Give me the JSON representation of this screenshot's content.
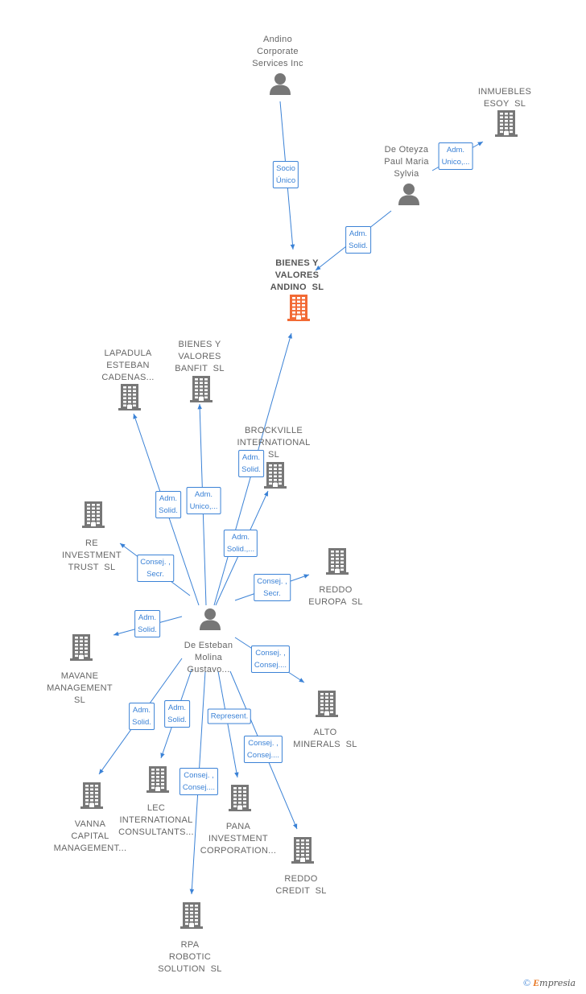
{
  "colors": {
    "accent": "#3b82d6",
    "node": "#777777",
    "main_node": "#f26a35"
  },
  "nodes": {
    "andino": {
      "label": "Andino\nCorporate\nServices Inc",
      "kind": "person-icon"
    },
    "inmuebles": {
      "label": "INMUEBLES\nESOY  SL",
      "kind": "building-icon"
    },
    "oteyza": {
      "label": "De Oteyza\nPaul Maria\nSylvia",
      "kind": "person-icon"
    },
    "bienes_andino": {
      "label": "BIENES Y\nVALORES\nANDINO  SL",
      "kind": "building-icon"
    },
    "lapadula": {
      "label": "LAPADULA\nESTEBAN\nCADENAS...",
      "kind": "building-icon"
    },
    "bienes_banfit": {
      "label": "BIENES Y\nVALORES\nBANFIT  SL",
      "kind": "building-icon"
    },
    "brockville": {
      "label": "BROCKVILLE\nINTERNATIONAL\nSL",
      "kind": "building-icon"
    },
    "re_investment": {
      "label": "RE\nINVESTMENT\nTRUST  SL",
      "kind": "building-icon"
    },
    "reddo_europa": {
      "label": "REDDO\nEUROPA  SL",
      "kind": "building-icon"
    },
    "de_esteban": {
      "label": "De Esteban\nMolina\nGustavo...",
      "kind": "person-icon"
    },
    "mavane": {
      "label": "MAVANE\nMANAGEMENT\nSL",
      "kind": "building-icon"
    },
    "alto": {
      "label": "ALTO\nMINERALS  SL",
      "kind": "building-icon"
    },
    "vanna": {
      "label": "VANNA\nCAPITAL\nMANAGEMENT...",
      "kind": "building-icon"
    },
    "lec": {
      "label": "LEC\nINTERNATIONAL\nCONSULTANTS...",
      "kind": "building-icon"
    },
    "pana": {
      "label": "PANA\nINVESTMENT\nCORPORATION...",
      "kind": "building-icon"
    },
    "reddo_credit": {
      "label": "REDDO\nCREDIT  SL",
      "kind": "building-icon"
    },
    "rpa": {
      "label": "RPA\nROBOTIC\nSOLUTION  SL",
      "kind": "building-icon"
    }
  },
  "edges": [
    {
      "from": "andino",
      "to": "bienes_andino",
      "label": "Socio\nÚnico"
    },
    {
      "from": "oteyza",
      "to": "inmuebles",
      "label": "Adm.\nUnico,..."
    },
    {
      "from": "oteyza",
      "to": "bienes_andino",
      "label": "Adm.\nSolid."
    },
    {
      "from": "de_esteban",
      "to": "bienes_andino",
      "label": "Adm.\nSolid."
    },
    {
      "from": "de_esteban",
      "to": "lapadula",
      "label": "Adm.\nSolid."
    },
    {
      "from": "de_esteban",
      "to": "bienes_banfit",
      "label": "Adm.\nUnico,..."
    },
    {
      "from": "de_esteban",
      "to": "brockville",
      "label": "Adm.\nSolid.,..."
    },
    {
      "from": "de_esteban",
      "to": "re_investment",
      "label": "Consej. ,\nSecr."
    },
    {
      "from": "de_esteban",
      "to": "reddo_europa",
      "label": "Consej. ,\nSecr."
    },
    {
      "from": "de_esteban",
      "to": "mavane",
      "label": "Adm.\nSolid."
    },
    {
      "from": "de_esteban",
      "to": "alto",
      "label": "Consej. ,\nConsej...."
    },
    {
      "from": "de_esteban",
      "to": "vanna",
      "label": "Adm.\nSolid."
    },
    {
      "from": "de_esteban",
      "to": "lec",
      "label": "Adm.\nSolid."
    },
    {
      "from": "de_esteban",
      "to": "pana",
      "label": "Represent."
    },
    {
      "from": "de_esteban",
      "to": "reddo_credit",
      "label": "Consej. ,\nConsej...."
    },
    {
      "from": "de_esteban",
      "to": "rpa",
      "label": "Consej. ,\nConsej...."
    }
  ],
  "footer": {
    "copyright_symbol": "©",
    "brand_initial": "E",
    "brand_rest": "mpresia"
  }
}
